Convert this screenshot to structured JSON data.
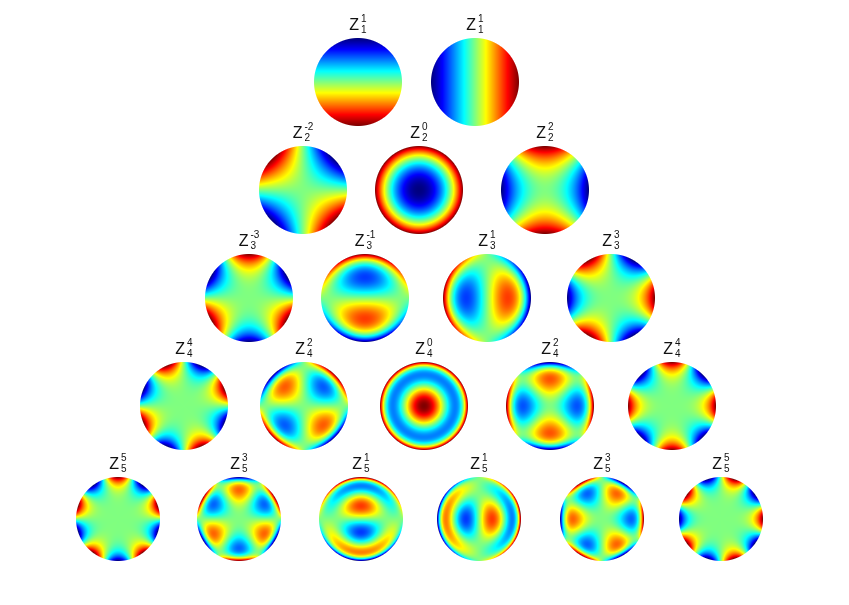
{
  "diagram": {
    "nodes": [
      {
        "text": [
          "Z",
          "1",
          "1"
        ]
      },
      {
        "text": [
          "Z",
          "1",
          "1"
        ]
      },
      {
        "text": [
          "Z",
          "-2",
          "2"
        ]
      },
      {
        "text": [
          "Z",
          "0",
          "2"
        ]
      },
      {
        "text": [
          "Z",
          "2",
          "2"
        ]
      },
      {
        "text": [
          "Z",
          "-3",
          "3"
        ]
      },
      {
        "text": [
          "Z",
          "-1",
          "3"
        ]
      },
      {
        "text": [
          "Z",
          "1",
          "3"
        ]
      },
      {
        "text": [
          "Z",
          "3",
          "3"
        ]
      },
      {
        "text": [
          "Z",
          "4",
          "4"
        ]
      },
      {
        "text": [
          "Z",
          "2",
          "4"
        ]
      },
      {
        "text": [
          "Z",
          "0",
          "4"
        ]
      },
      {
        "text": [
          "Z",
          "2",
          "4"
        ]
      },
      {
        "text": [
          "Z",
          "4",
          "4"
        ]
      },
      {
        "text": [
          "Z",
          "5",
          "5"
        ]
      },
      {
        "text": [
          "Z",
          "3",
          "5"
        ]
      },
      {
        "text": [
          "Z",
          "1",
          "5"
        ]
      },
      {
        "text": [
          "Z",
          "1",
          "5"
        ]
      },
      {
        "text": [
          "Z",
          "3",
          "5"
        ]
      },
      {
        "text": [
          "Z",
          "5",
          "5"
        ]
      }
    ]
  }
}
